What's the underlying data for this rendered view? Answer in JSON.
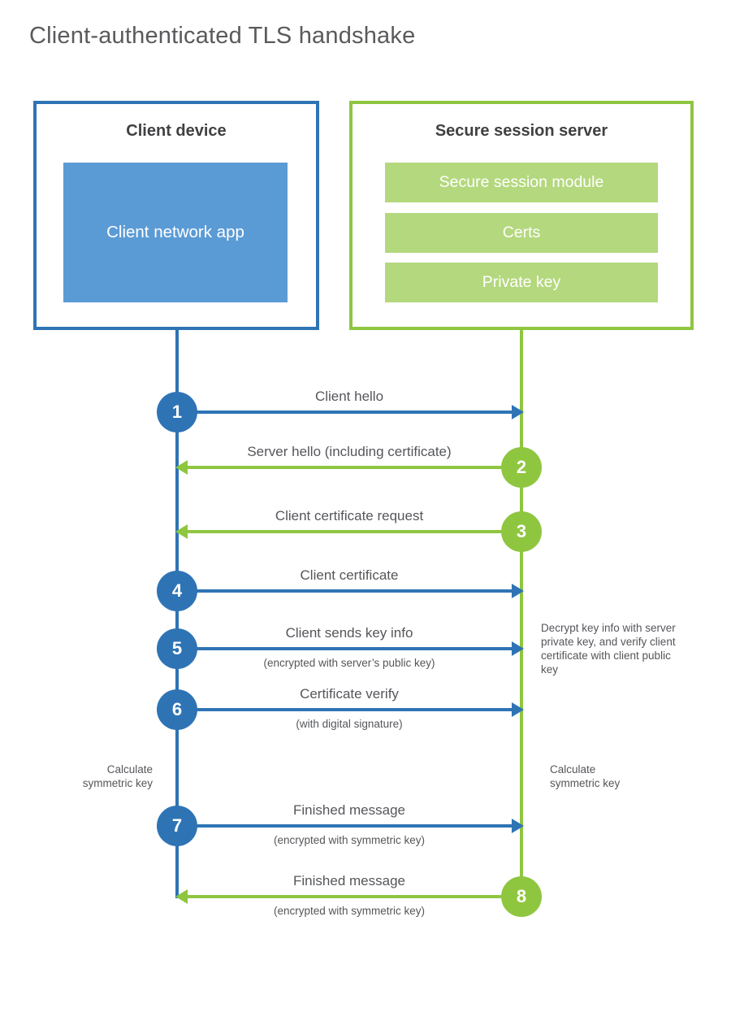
{
  "title": "Client-authenticated TLS handshake",
  "colors": {
    "blue": "#2e74b5",
    "blue_light": "#5b9bd5",
    "green": "#8fc640",
    "green_light": "#b4d87e",
    "heading": "#595a5c",
    "box_title": "#414042",
    "label": "#55565a"
  },
  "client": {
    "title": "Client device",
    "app": "Client network app"
  },
  "server": {
    "title": "Secure session server",
    "modules": [
      "Secure session module",
      "Certs",
      "Private key"
    ]
  },
  "steps": [
    {
      "num": "1",
      "label": "Client hello",
      "sub": "",
      "direction": "client-to-server"
    },
    {
      "num": "2",
      "label": "Server hello (including certificate)",
      "sub": "",
      "direction": "server-to-client"
    },
    {
      "num": "3",
      "label": "Client certificate request",
      "sub": "",
      "direction": "server-to-client"
    },
    {
      "num": "4",
      "label": "Client certificate",
      "sub": "",
      "direction": "client-to-server"
    },
    {
      "num": "5",
      "label": "Client sends key info",
      "sub": "(encrypted with server’s public key)",
      "direction": "client-to-server"
    },
    {
      "num": "6",
      "label": "Certificate verify",
      "sub": "(with digital signature)",
      "direction": "client-to-server"
    },
    {
      "num": "7",
      "label": "Finished message",
      "sub": "(encrypted with symmetric key)",
      "direction": "client-to-server"
    },
    {
      "num": "8",
      "label": "Finished message",
      "sub": "(encrypted with symmetric key)",
      "direction": "server-to-client"
    }
  ],
  "notes": {
    "decrypt": "Decrypt key info with server private key, and verify client certificate with client public key",
    "calc_client": "Calculate symmetric key",
    "calc_server": "Calculate symmetric key"
  }
}
